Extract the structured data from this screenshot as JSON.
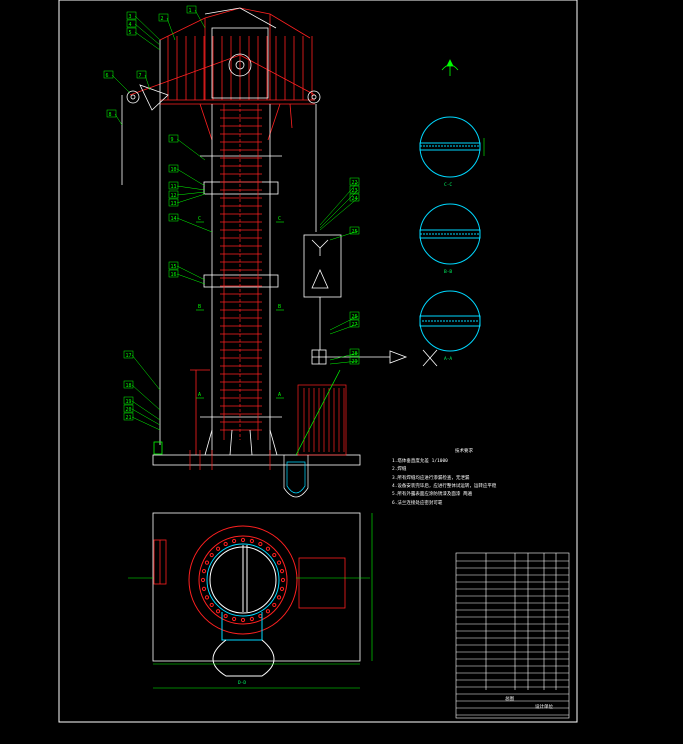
{
  "colors": {
    "background": "#000000",
    "frame": "#ffffff",
    "structure": "#ff2020",
    "outline": "#ffffff",
    "leader": "#00ff00",
    "section": "#00d8ff",
    "accent": "#ff00ff"
  },
  "callouts": [
    "1",
    "2",
    "3",
    "4",
    "5",
    "6",
    "7",
    "8",
    "9",
    "10",
    "11",
    "12",
    "13",
    "14",
    "15",
    "16",
    "17",
    "18",
    "19",
    "20",
    "21",
    "22",
    "23",
    "24",
    "25",
    "26",
    "27",
    "28",
    "29"
  ],
  "section_labels": [
    "C-C",
    "B-B",
    "A-A",
    "D-D"
  ],
  "cut_marks": [
    "C",
    "C",
    "B",
    "B",
    "A",
    "A"
  ],
  "notes": {
    "title": "技术要求",
    "lines": [
      "1.塔体垂直度允差 1/1000",
      "2.焊缝",
      "3.所有焊缝均应进行渗漏检查，无泄漏",
      "4.设备安装完毕后，应进行整体试运转，运转应平稳",
      "5.所有外露表面应涂防锈漆及面漆 两遍",
      "6.法兰连接处应密封可靠"
    ]
  },
  "title_block": {
    "drawing_name": "总图",
    "company": "设计单位"
  },
  "icons": [
    "north-arrow-icon",
    "flow-arrow-icon",
    "cross-marker-icon"
  ]
}
